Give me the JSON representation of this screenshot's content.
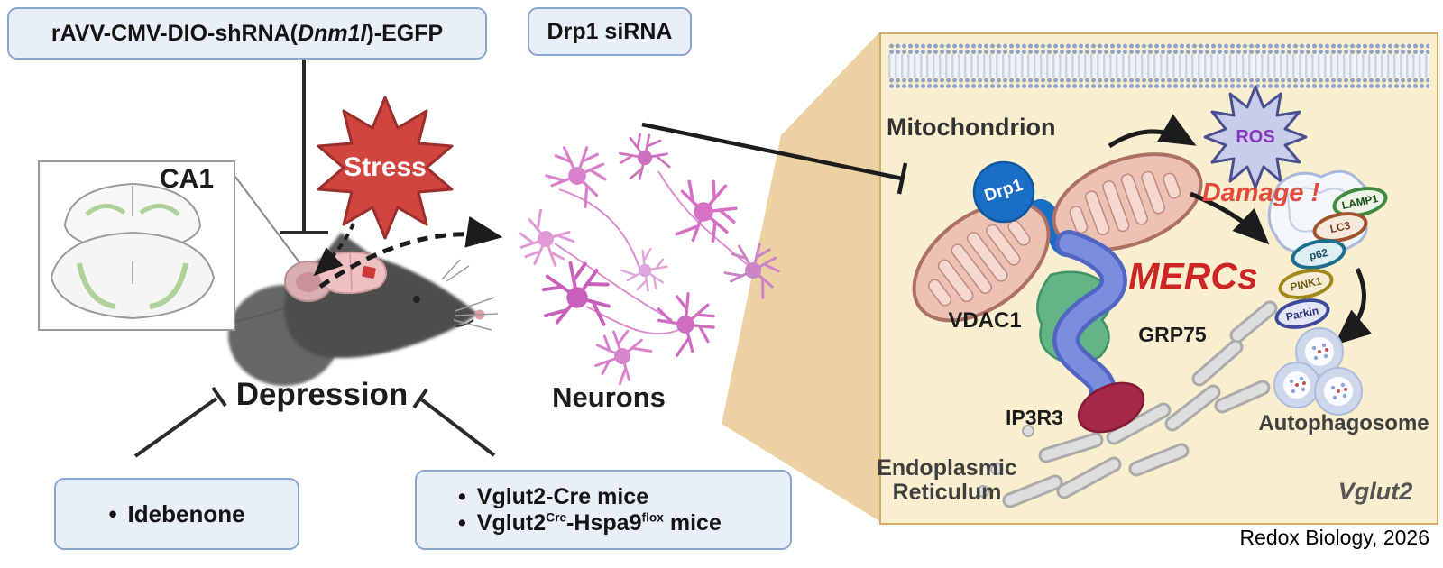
{
  "left": {
    "construct_box": {
      "prefix": "rAVV-CMV-DIO-shRNA(",
      "gene": "Dnm1l",
      "suffix": ")-EGFP"
    },
    "sirna_box": "Drp1 siRNA",
    "stress": "Stress",
    "ca1": "CA1",
    "depression": "Depression",
    "neurons": "Neurons",
    "idebenone_box": {
      "bullet": "•",
      "label": "Idebenone"
    },
    "mice_box": {
      "bullet1": "•",
      "line1": "Vglut2-Cre mice",
      "bullet2": "•",
      "line2": {
        "base": "Vglut2",
        "sup1": "Cre",
        "mid": "-Hspa9",
        "sup2": "flox",
        "tail": " mice"
      }
    }
  },
  "panel": {
    "mitochondrion": "Mitochondrion",
    "drp1": "Drp1",
    "ros": "ROS",
    "damage": "Damage !",
    "mercs": "MERCs",
    "vdac1": "VDAC1",
    "grp75": "GRP75",
    "ip3r3": "IP3R3",
    "er_line1": "Endoplasmic",
    "er_line2": "Reticulum",
    "autophagosome": "Autophagosome",
    "vglut2": "Vglut2",
    "markers": [
      "LAMP1",
      "LC3",
      "p62",
      "PINK1",
      "Parkin"
    ]
  },
  "credit": "Redox Biology, 2026",
  "colors": {
    "box_bg": "#e9eff8",
    "box_border": "#8aa6cd",
    "stress_red": "#d0453e",
    "mercs_red": "#cc2525",
    "damage_red": "#e34c3c",
    "panel_bg": "#f9efce",
    "wedge_tan": "#ecd2a2",
    "drp1_blue": "#1a6ec5",
    "vdac1_green": "#63b487",
    "grp75_blue": "#7286d8",
    "ip3r3_maroon": "#a52847",
    "ros_lavender": "#c8cee9",
    "neuron_pink": "#d678c8",
    "mito_pink": "#ecc2b5"
  }
}
